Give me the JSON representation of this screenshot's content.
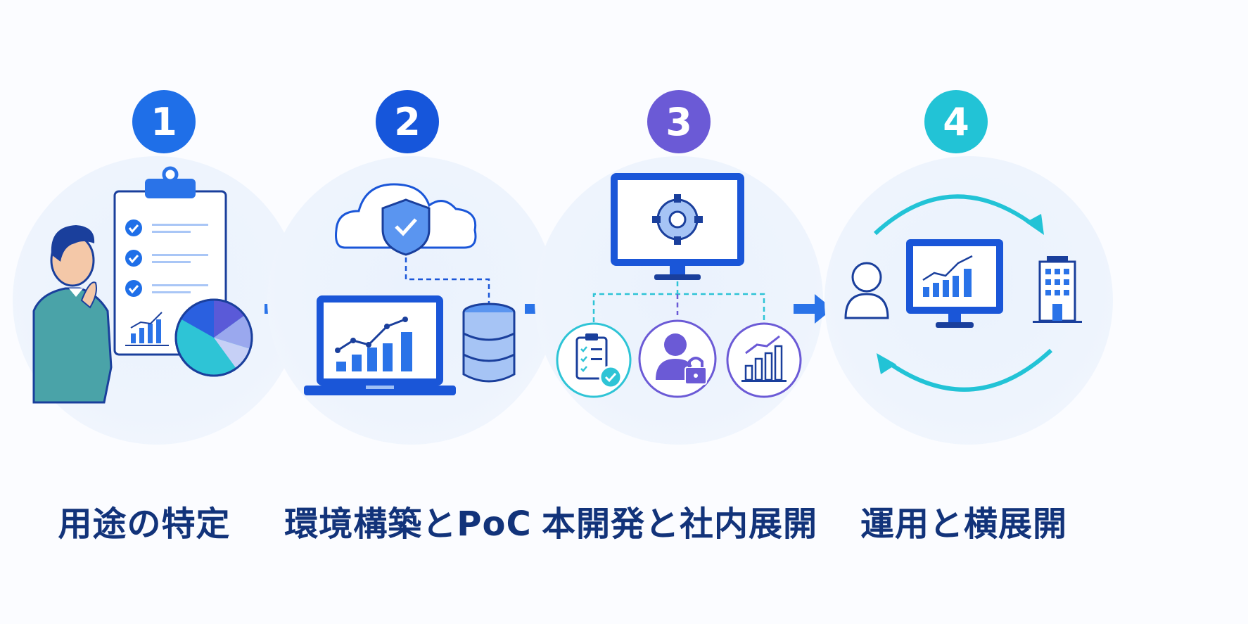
{
  "colors": {
    "blue": "#1f6fe8",
    "dark_blue": "#1a56d8",
    "purple": "#6b5ad6",
    "teal": "#22c3d6",
    "label": "#12337a",
    "arrow": "#2a73e8"
  },
  "steps": [
    {
      "number": "1",
      "label": "用途の特定",
      "badge_color": "#1f6fe8",
      "icons": [
        "person-icon",
        "clipboard-icon",
        "check-icon",
        "pie-chart-icon",
        "bar-chart-icon"
      ]
    },
    {
      "number": "2",
      "label": "環境構築とPoC",
      "badge_color": "#1656db",
      "icons": [
        "cloud-icon",
        "shield-check-icon",
        "laptop-icon",
        "database-icon"
      ]
    },
    {
      "number": "3",
      "label": "本開発と社内展開",
      "badge_color": "#6b5ad6",
      "icons": [
        "monitor-icon",
        "gear-icon",
        "checklist-icon",
        "user-lock-icon",
        "bar-chart-icon"
      ]
    },
    {
      "number": "4",
      "label": "運用と横展開",
      "badge_color": "#22c3d6",
      "icons": [
        "user-icon",
        "monitor-chart-icon",
        "building-icon",
        "cycle-arrows-icon"
      ]
    }
  ]
}
